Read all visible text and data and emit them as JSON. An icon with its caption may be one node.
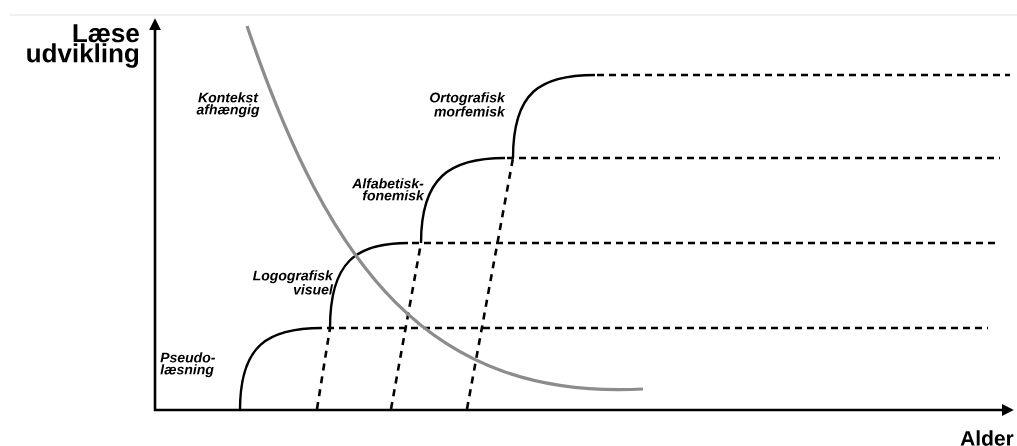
{
  "diagram": {
    "labels": [
      "Læse udvikling",
      "Kontekst afhængig",
      "Ortografisk morfemisk",
      "Alfabetisk-fonemisk",
      "Logografisk visuel",
      "Pseudo-læsning",
      "Alder"
    ]
  }
}
